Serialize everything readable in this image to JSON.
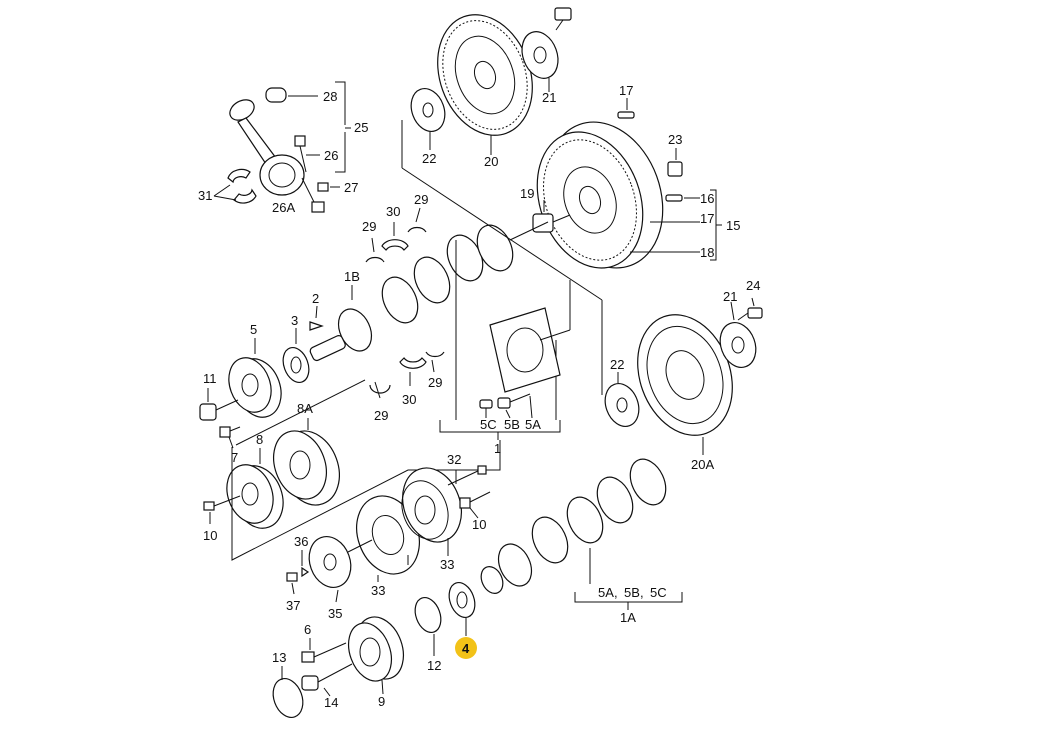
{
  "highlight": {
    "label": "4",
    "color": "#f2c218"
  },
  "labels": {
    "l1": "1",
    "l1A": "1A",
    "l1B": "1B",
    "l2": "2",
    "l3": "3",
    "l4": "4",
    "l5": "5",
    "l5A": "5A",
    "l5B": "5B",
    "l5C": "5C",
    "l5A_b": "5A",
    "l5B_b": "5B",
    "l5C_b": "5C",
    "l6": "6",
    "l7": "7",
    "l8": "8",
    "l8A": "8A",
    "l9": "9",
    "l10a": "10",
    "l10b": "10",
    "l11": "11",
    "l12": "12",
    "l13": "13",
    "l14": "14",
    "l15": "15",
    "l16": "16",
    "l17a": "17",
    "l17b": "17",
    "l18": "18",
    "l19": "19",
    "l20": "20",
    "l20A": "20A",
    "l21a": "21",
    "l21b": "21",
    "l22a": "22",
    "l22b": "22",
    "l23": "23",
    "l24": "24",
    "l25": "25",
    "l26": "26",
    "l26A": "26A",
    "l27": "27",
    "l28": "28",
    "l29a": "29",
    "l29b": "29",
    "l29c": "29",
    "l29d": "29",
    "l30a": "30",
    "l30b": "30",
    "l31": "31",
    "l32": "32",
    "l33a": "33",
    "l33b": "33",
    "l35": "35",
    "l36": "36",
    "l37": "37"
  }
}
